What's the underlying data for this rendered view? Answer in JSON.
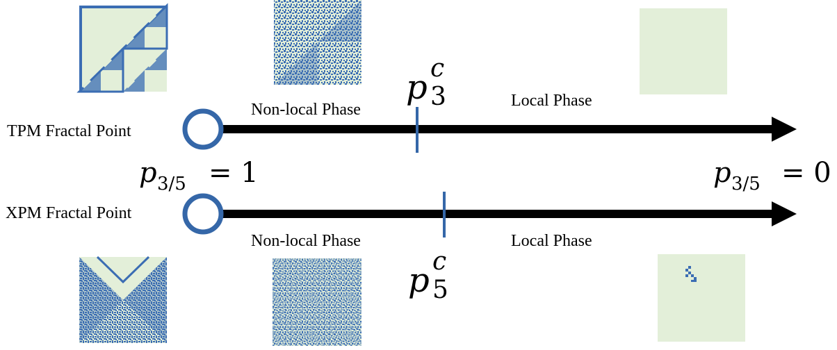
{
  "colors": {
    "cell_fill": "#3b6db3",
    "background_fill": "#e3efd9",
    "marker_stroke": "#3567a8",
    "arrow": "#000000"
  },
  "top_line": {
    "start_label": "TPM Fractal Point",
    "start_value": "p₃/₅ = 1",
    "start_value_base": "p",
    "start_value_sub": "3/5",
    "start_value_rhs": "= 1",
    "end_value_base": "p",
    "end_value_sub": "3/5",
    "end_value_rhs": "= 0",
    "left_phase": "Non-local Phase",
    "right_phase": "Local Phase",
    "critical_base": "p",
    "critical_sup": "c",
    "critical_sub": "3"
  },
  "bottom_line": {
    "start_label": "XPM Fractal Point",
    "left_phase": "Non-local Phase",
    "right_phase": "Local Phase",
    "critical_base": "p",
    "critical_sup": "c",
    "critical_sub": "5"
  },
  "thumbnails": {
    "tpm_fractal": "Sierpinski triangle pattern",
    "tpm_nonlocal": "disordered triangular fractal pattern",
    "tpm_local": "empty pattern",
    "xpm_fractal": "symmetric fractal pattern",
    "xpm_nonlocal": "random dense pattern",
    "xpm_local": "nearly empty pattern with small cluster"
  }
}
